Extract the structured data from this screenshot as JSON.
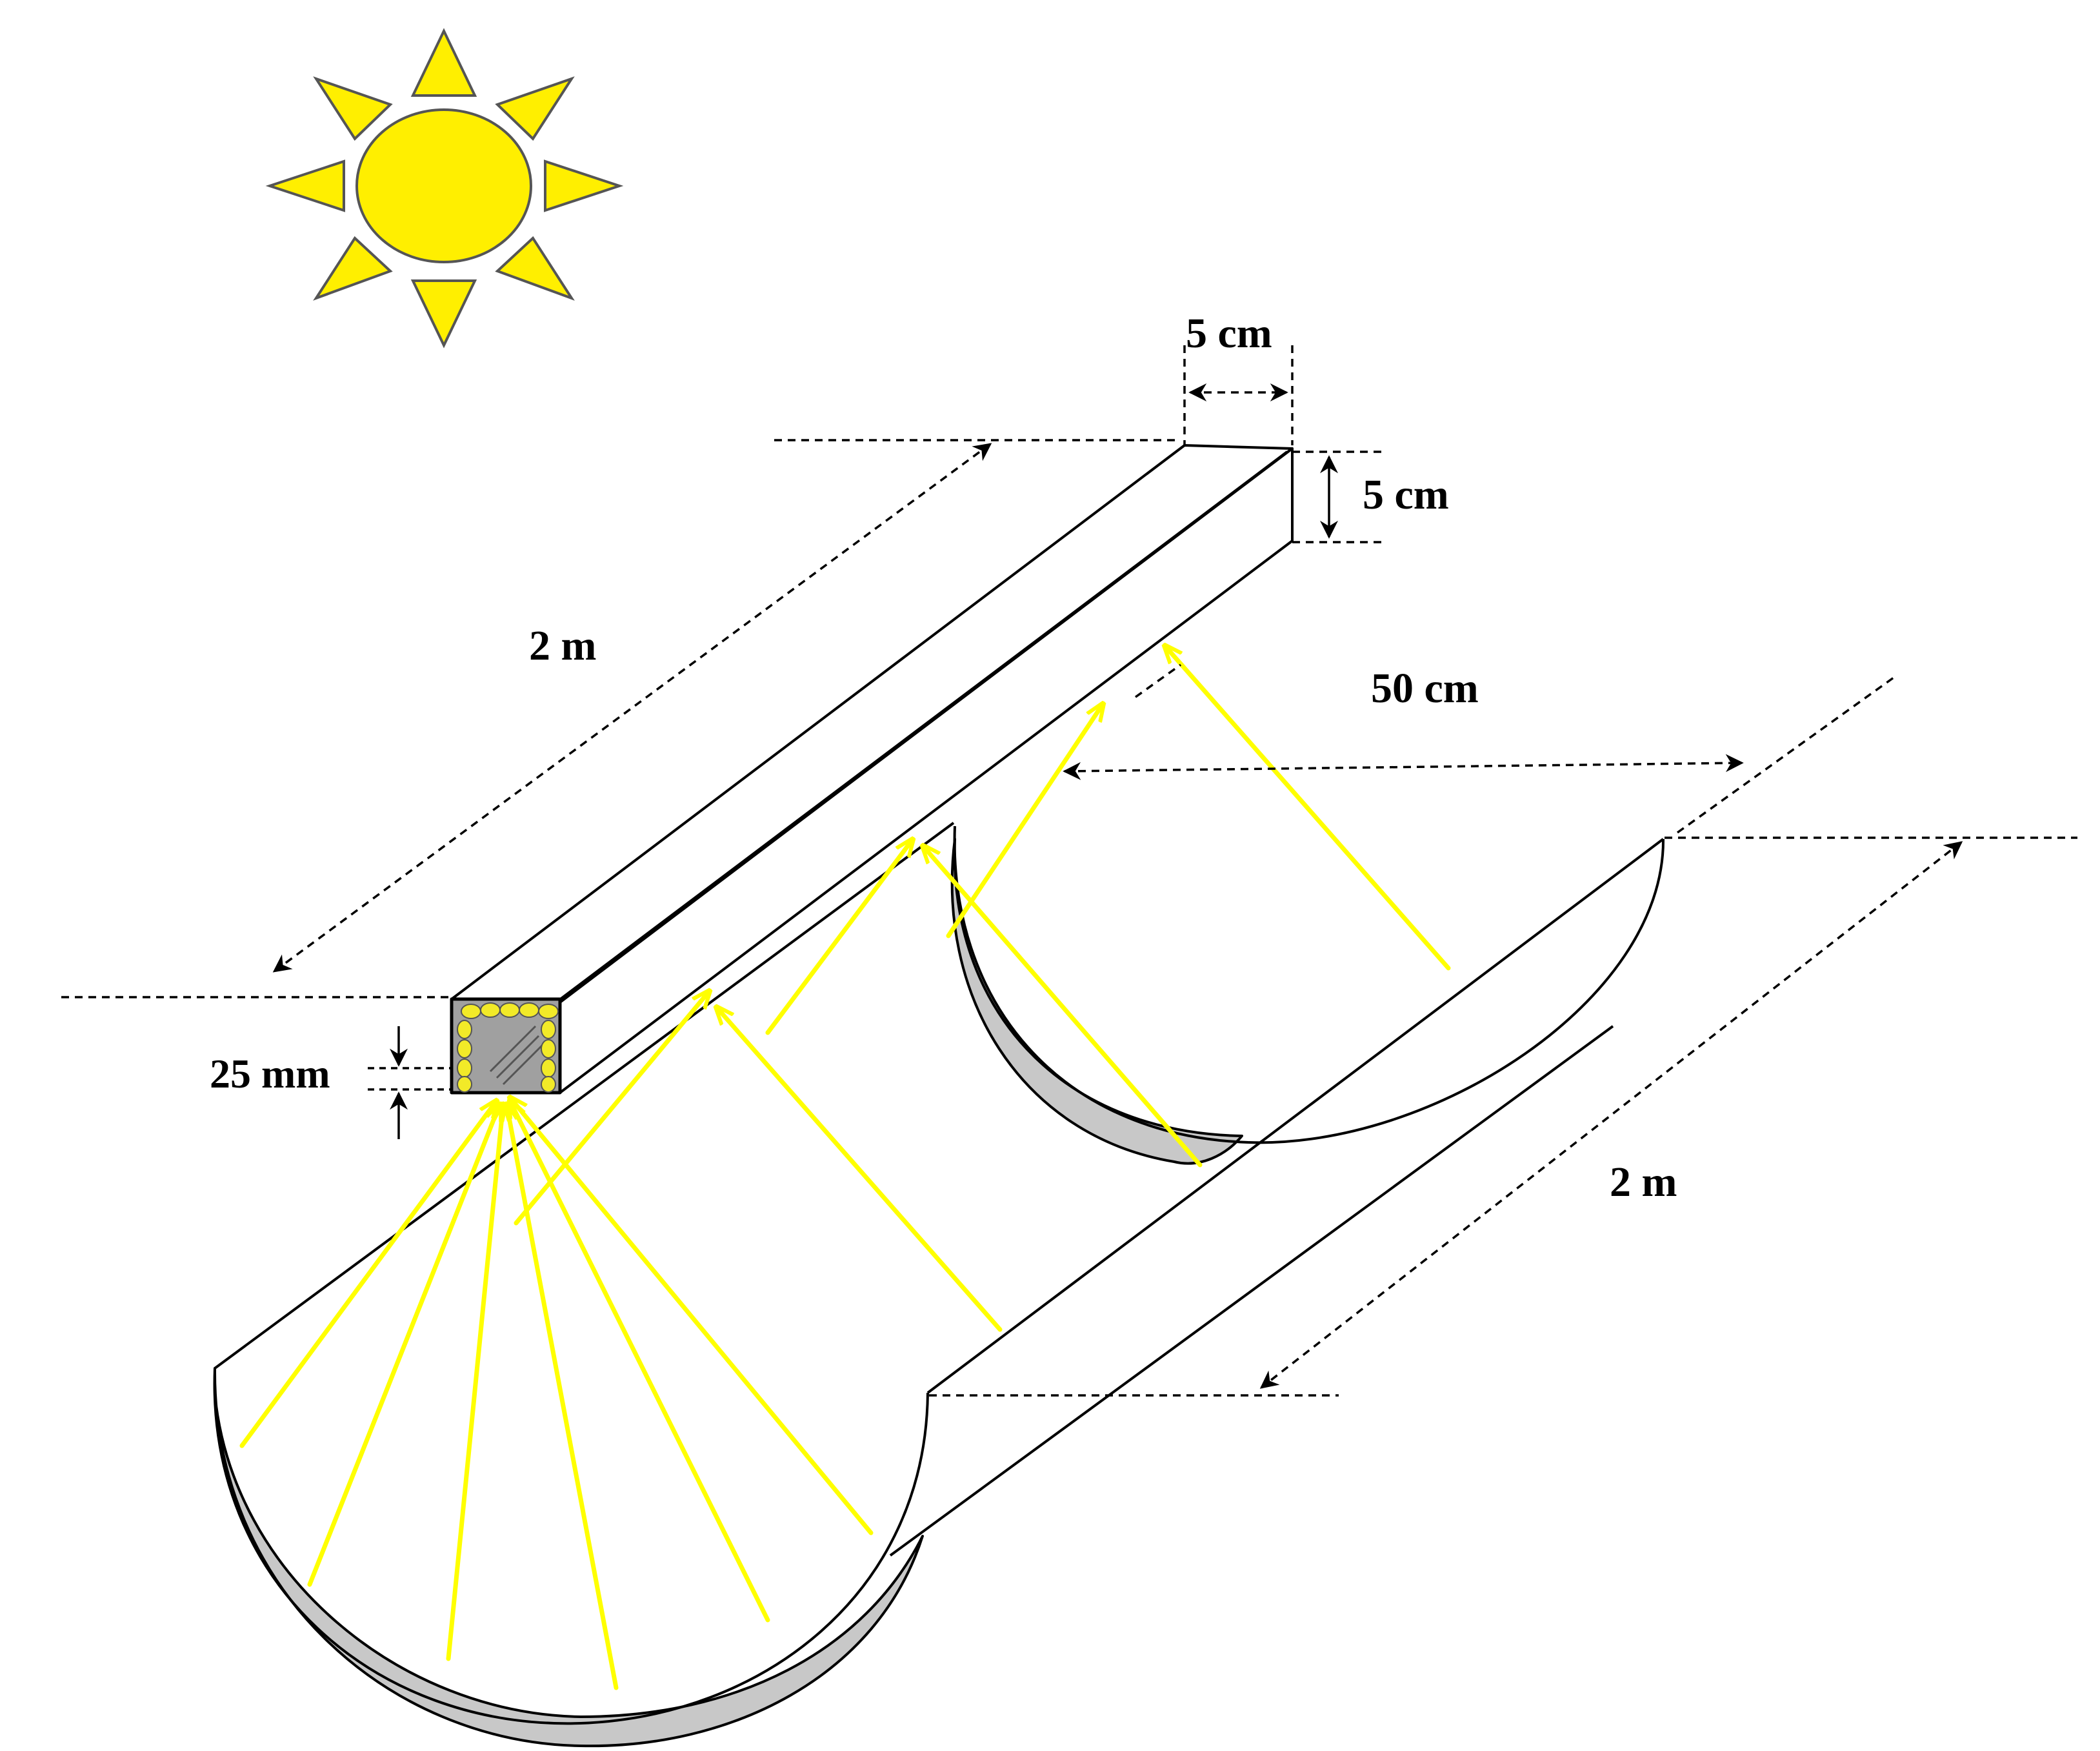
{
  "labels": {
    "tube_width": "5 cm",
    "tube_height": "5 cm",
    "tube_length": "2 m",
    "aperture_width": "50 cm",
    "trough_length": "2 m",
    "pipe_diameter": "25 mm"
  },
  "colors": {
    "sun": "#ffef00",
    "ray": "#ffff00",
    "line": "#000000",
    "reflector_inner": "#c8c8c8",
    "absorber": "#a0a0a0",
    "pipe": "#f2ea28"
  },
  "icons": {
    "sun": "sun-icon"
  }
}
